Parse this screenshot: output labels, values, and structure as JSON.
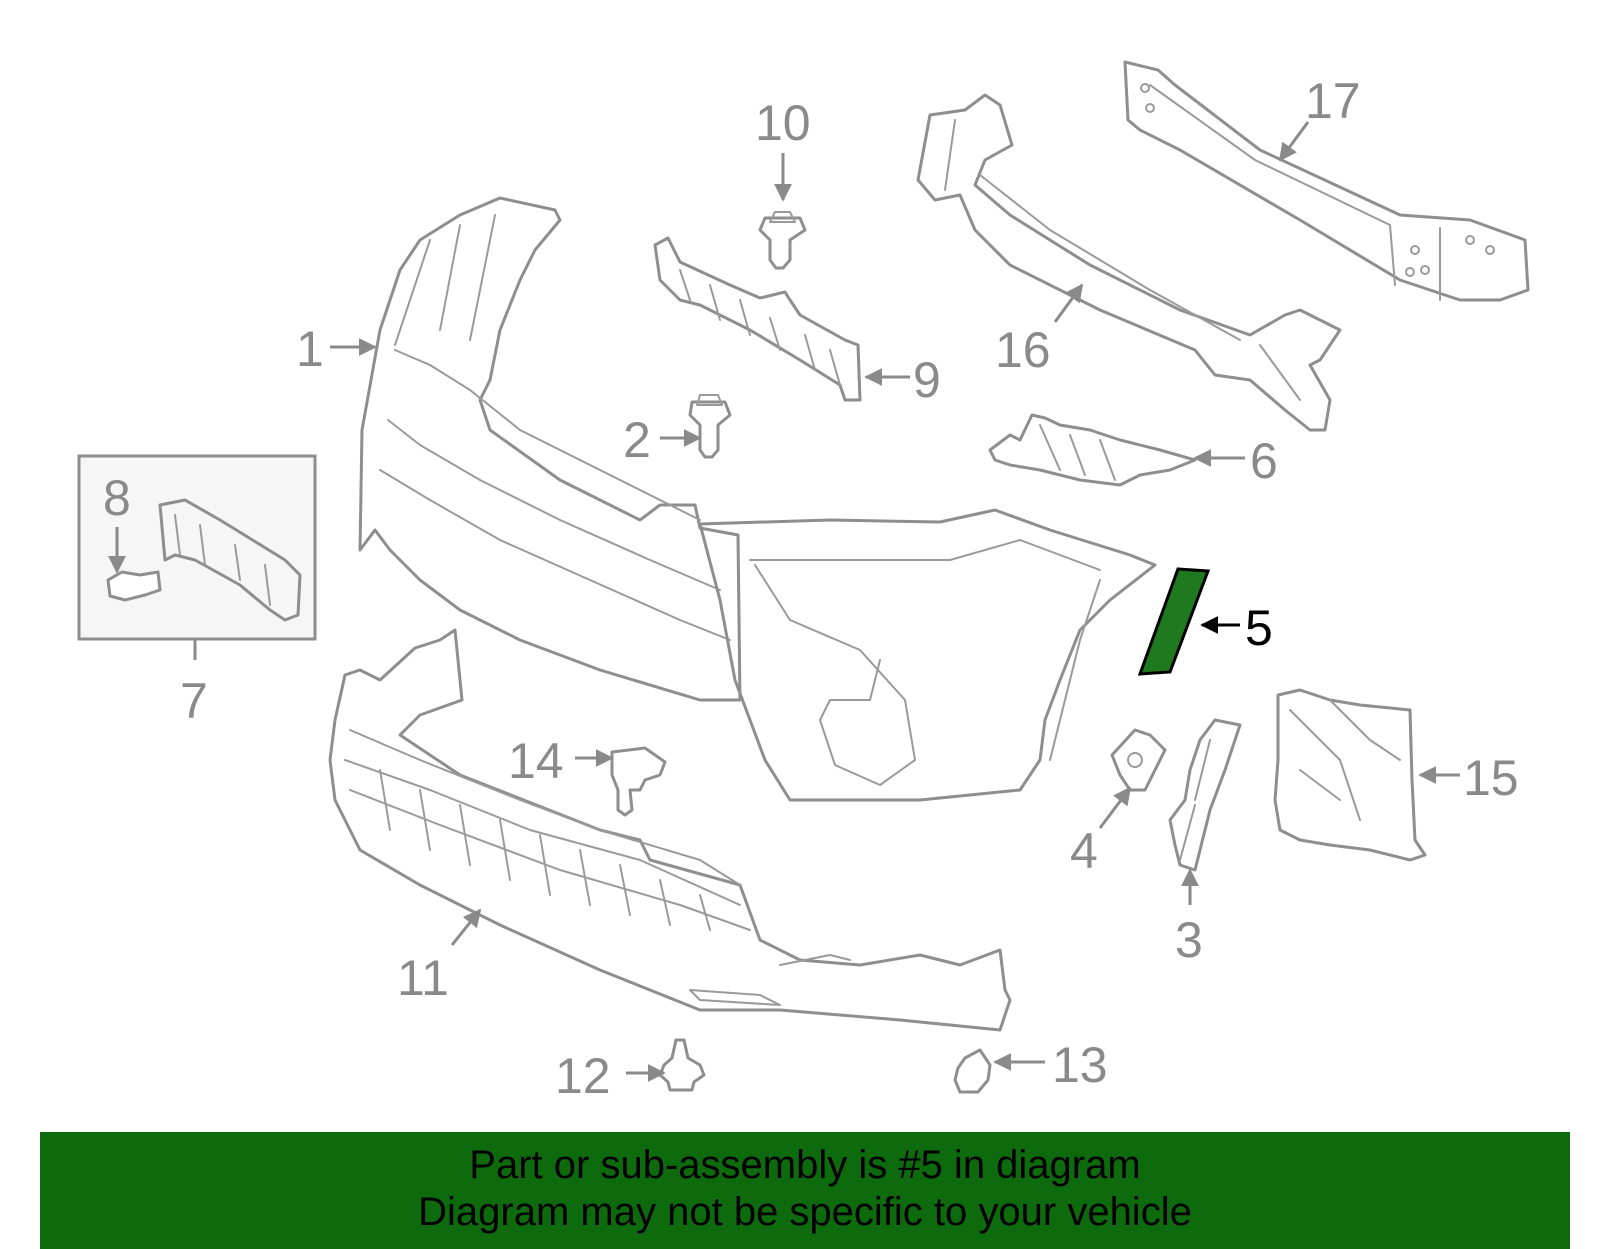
{
  "callouts": [
    {
      "id": "1",
      "label": "1"
    },
    {
      "id": "2",
      "label": "2"
    },
    {
      "id": "3",
      "label": "3"
    },
    {
      "id": "4",
      "label": "4"
    },
    {
      "id": "5",
      "label": "5"
    },
    {
      "id": "6",
      "label": "6"
    },
    {
      "id": "7",
      "label": "7"
    },
    {
      "id": "8",
      "label": "8"
    },
    {
      "id": "9",
      "label": "9"
    },
    {
      "id": "10",
      "label": "10"
    },
    {
      "id": "11",
      "label": "11"
    },
    {
      "id": "12",
      "label": "12"
    },
    {
      "id": "13",
      "label": "13"
    },
    {
      "id": "14",
      "label": "14"
    },
    {
      "id": "15",
      "label": "15"
    },
    {
      "id": "16",
      "label": "16"
    },
    {
      "id": "17",
      "label": "17"
    }
  ],
  "highlight": {
    "part": "5",
    "color": "#1f7a1f"
  },
  "banner": {
    "line1": "Part or sub-assembly is #5 in diagram",
    "line2": "Diagram may not be specific to your vehicle",
    "background": "#0d6b0d"
  }
}
